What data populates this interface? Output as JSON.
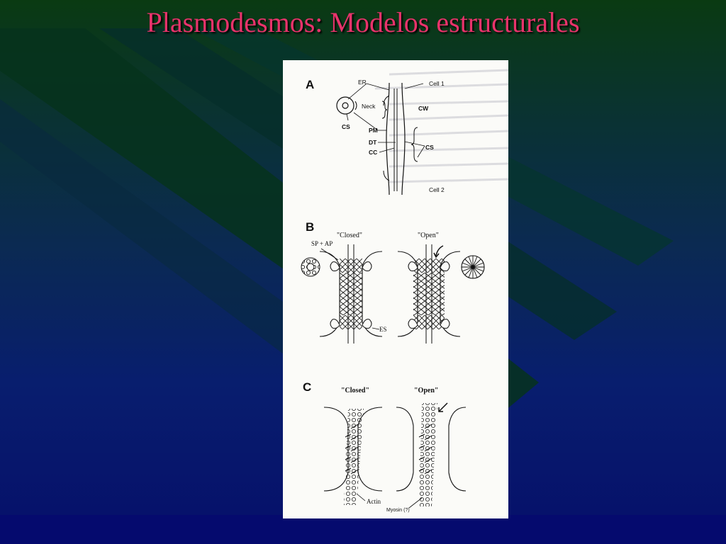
{
  "slide": {
    "title": "Plasmodesmos: Modelos estructurales"
  },
  "figure": {
    "panel_a": {
      "letter": "A",
      "labels": {
        "er": "ER",
        "neck": "Neck",
        "cs_left": "CS",
        "pm": "PM",
        "dt": "DT",
        "cc": "CC",
        "cell1": "Cell 1",
        "cw": "CW",
        "cs_right": "CS",
        "cell2": "Cell 2"
      }
    },
    "panel_b": {
      "letter": "B",
      "closed": "\"Closed\"",
      "open": "\"Open\"",
      "sp_ap": "SP + AP",
      "es": "ES"
    },
    "panel_c": {
      "letter": "C",
      "closed": "\"Closed\"",
      "open": "\"Open\"",
      "actin": "Actin",
      "myosin": "Myosin (?)"
    }
  }
}
